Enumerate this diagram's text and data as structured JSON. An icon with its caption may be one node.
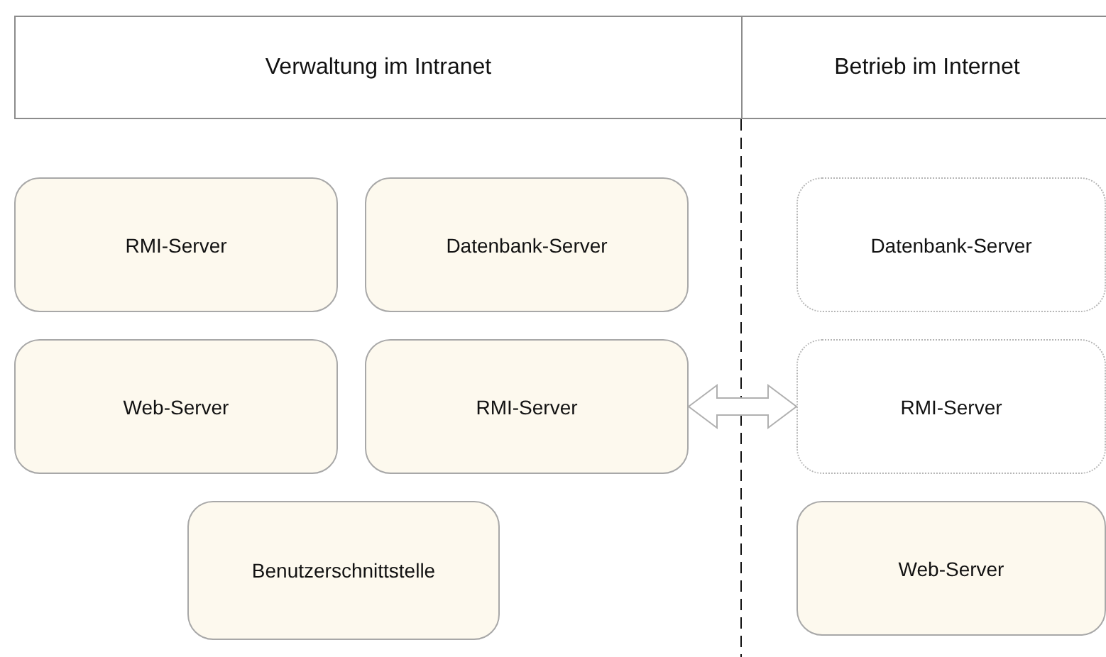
{
  "diagram": {
    "nodes": [
      {
        "text": [
          "Verwaltung im Intranet"
        ]
      },
      {
        "text": [
          "Betrieb im Internet"
        ]
      },
      {
        "text": [
          "RMI-Server"
        ]
      },
      {
        "text": [
          "Datenbank-Server"
        ]
      },
      {
        "text": [
          "Web-Server"
        ]
      },
      {
        "text": [
          "RMI-Server"
        ]
      },
      {
        "text": [
          "Benutzerschnittstelle"
        ]
      },
      {
        "text": [
          "Datenbank-Server"
        ]
      },
      {
        "text": [
          "RMI-Server"
        ]
      },
      {
        "text": [
          "Web-Server"
        ]
      }
    ],
    "edges": [
      {
        "from": 5,
        "to": 8,
        "arrow": "both"
      }
    ]
  }
}
